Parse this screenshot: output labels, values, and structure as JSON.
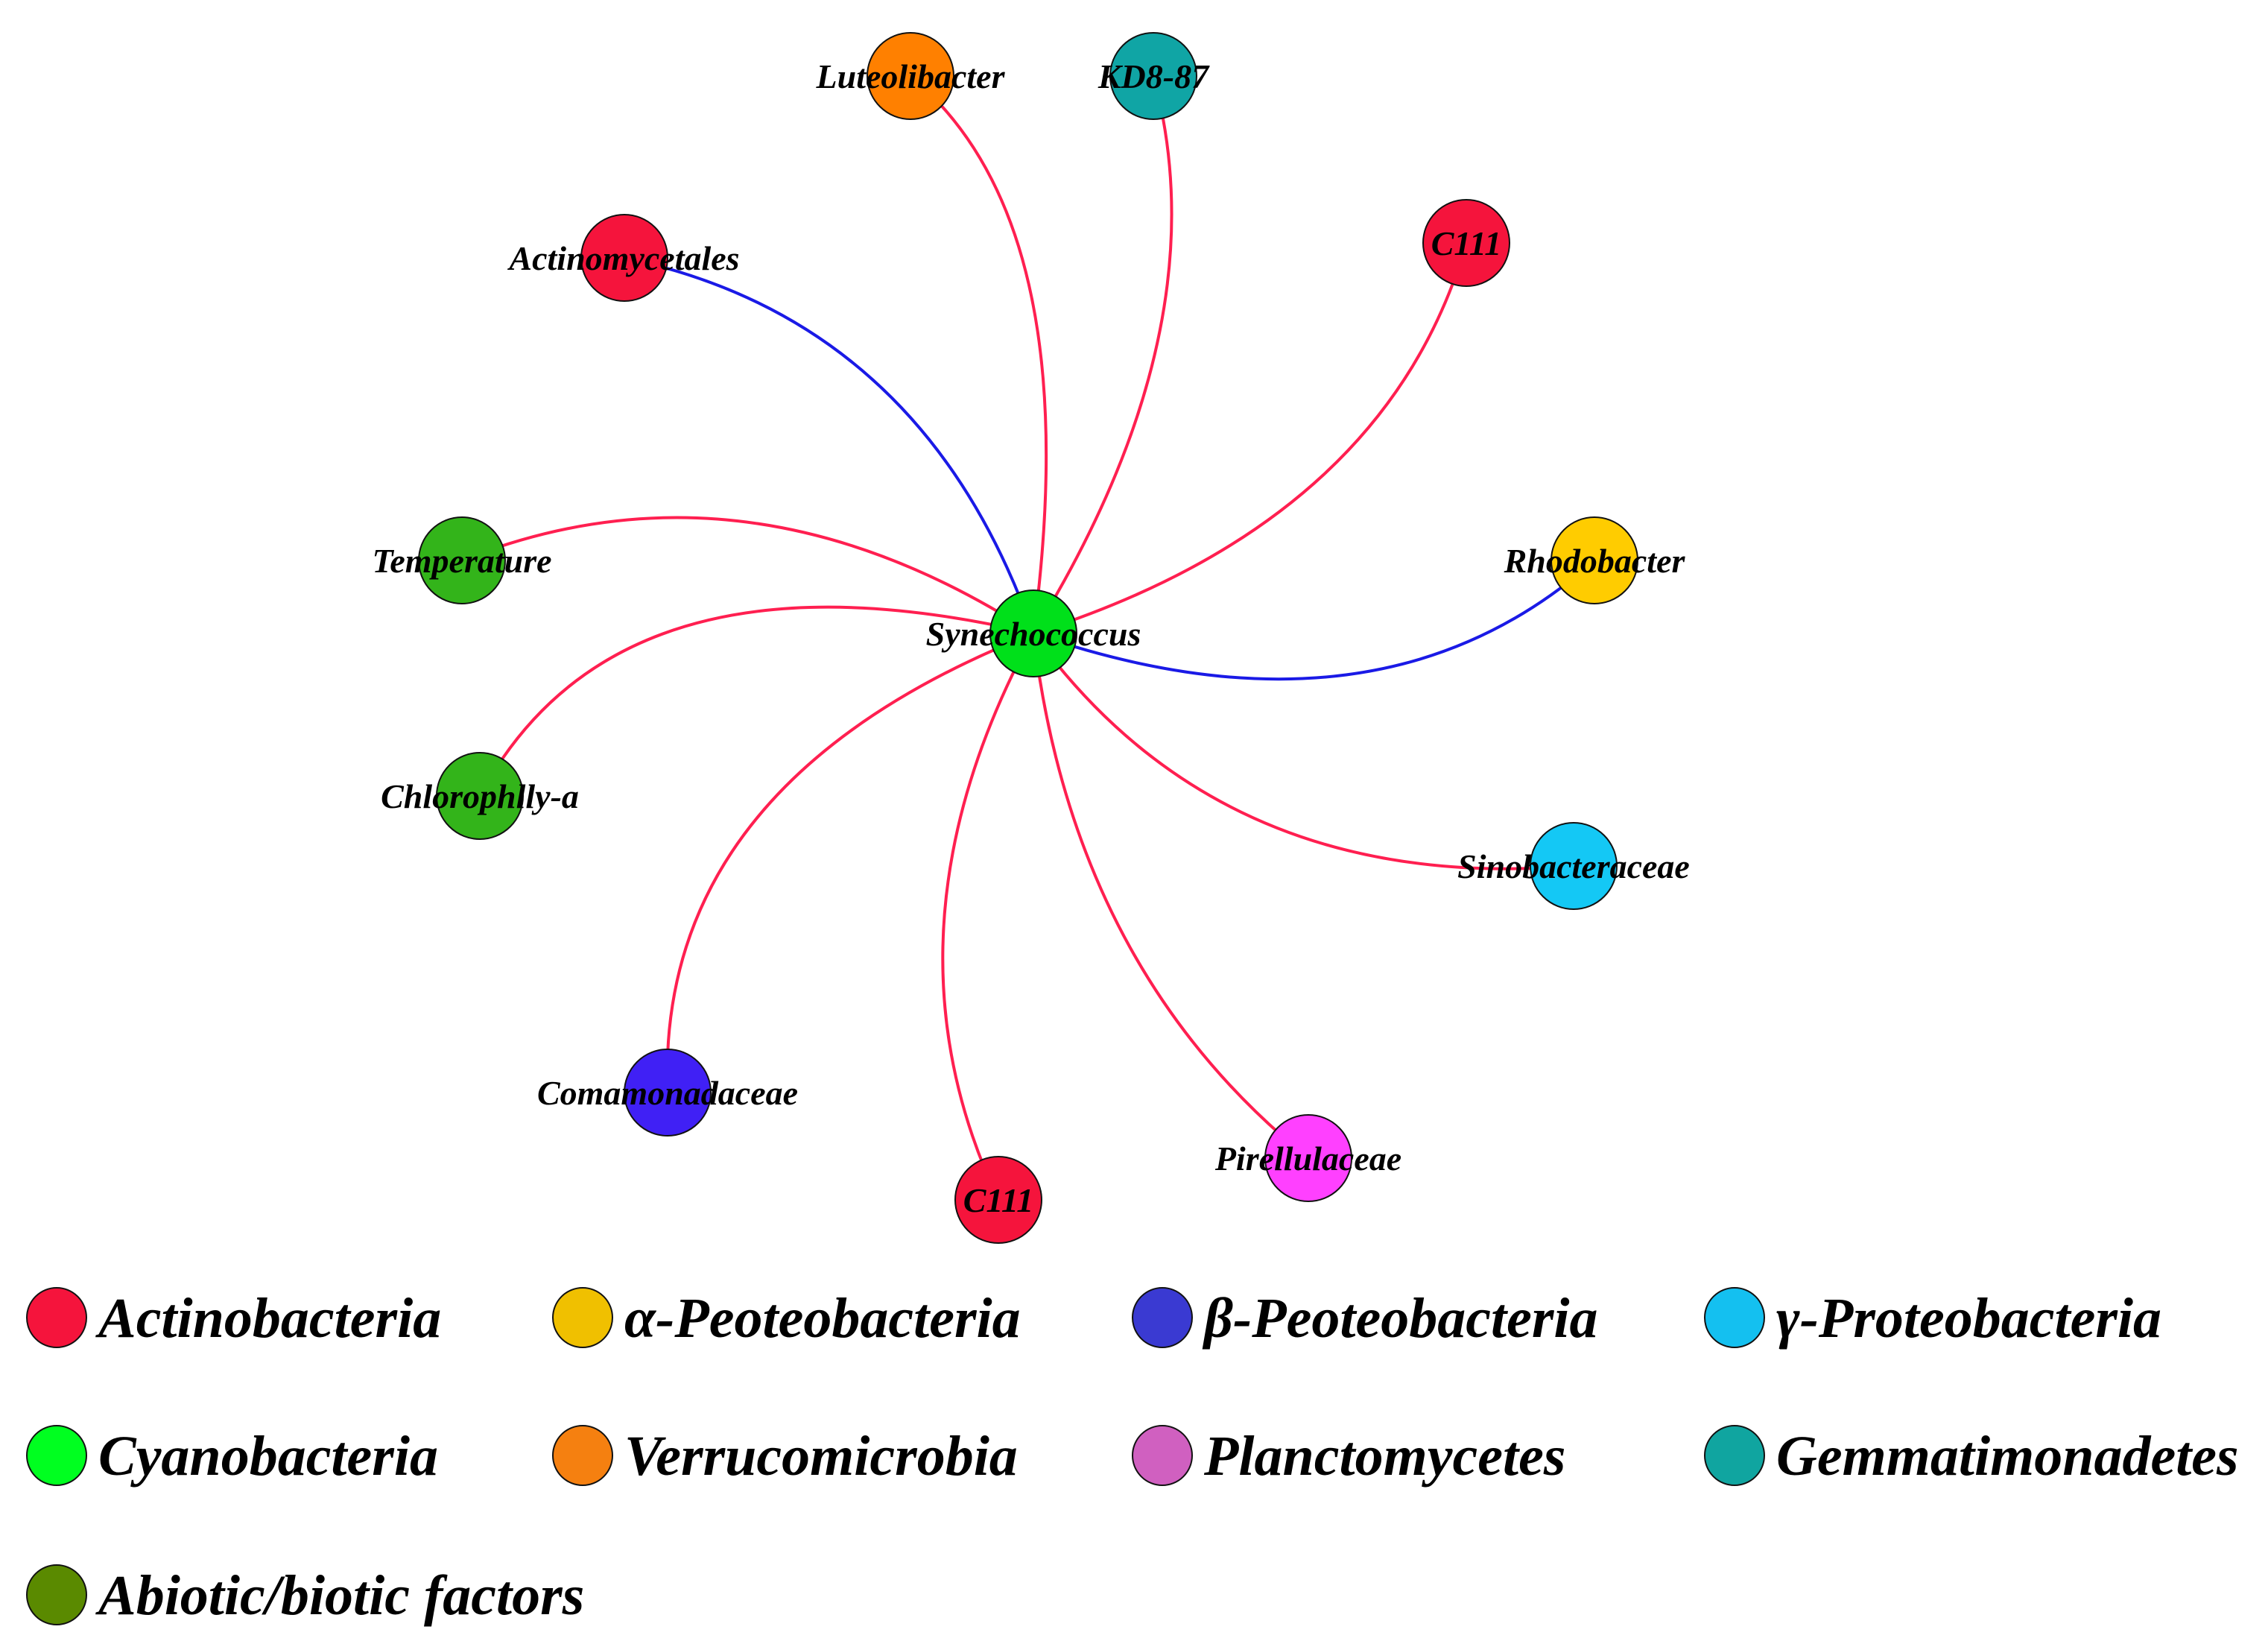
{
  "center": {
    "label": "Synechococcus",
    "color": "#00e01a"
  },
  "nodes": [
    {
      "id": "luteolibacter",
      "label": "Luteolibacter",
      "color": "#ff8000",
      "edge": "positive"
    },
    {
      "id": "kd8-87",
      "label": "KD8-87",
      "color": "#10a5a5",
      "edge": "positive"
    },
    {
      "id": "actinomycetales",
      "label": "Actinomycetales",
      "color": "#f5143c",
      "edge": "negative"
    },
    {
      "id": "c111-top",
      "label": "C111",
      "color": "#f5143c",
      "edge": "positive"
    },
    {
      "id": "temperature",
      "label": "Temperature",
      "color": "#33b41a",
      "edge": "positive"
    },
    {
      "id": "rhodobacter",
      "label": "Rhodobacter",
      "color": "#ffcc00",
      "edge": "negative"
    },
    {
      "id": "chlorophlly-a",
      "label": "Chlorophlly-a",
      "color": "#33b41a",
      "edge": "positive"
    },
    {
      "id": "sinobacteraceae",
      "label": "Sinobacteraceae",
      "color": "#14c8f5",
      "edge": "positive"
    },
    {
      "id": "comamonadaceae",
      "label": "Comamonadaceae",
      "color": "#4020f5",
      "edge": "positive"
    },
    {
      "id": "pirellulaceae",
      "label": "Pirellulaceae",
      "color": "#ff40ff",
      "edge": "positive"
    },
    {
      "id": "c111-bottom",
      "label": "C111",
      "color": "#f5143c",
      "edge": "positive"
    }
  ],
  "edge_colors": {
    "positive": "#ff1f50",
    "negative": "#1a1ae6"
  },
  "legend": [
    {
      "label": "Actinobacteria",
      "color": "#f5143c"
    },
    {
      "label": "α-Peoteobacteria",
      "color": "#f0c000"
    },
    {
      "label": "β-Peoteobacteria",
      "color": "#3a3ad2"
    },
    {
      "label": "γ-Proteobacteria",
      "color": "#14c0f0"
    },
    {
      "label": "Cyanobacteria",
      "color": "#00ff20"
    },
    {
      "label": "Verrucomicrobia",
      "color": "#f58010"
    },
    {
      "label": "Planctomycetes",
      "color": "#d060c0"
    },
    {
      "label": "Gemmatimonadetes",
      "color": "#10a5a0"
    },
    {
      "label": "Abiotic/biotic factors",
      "color": "#5a8a00"
    }
  ]
}
